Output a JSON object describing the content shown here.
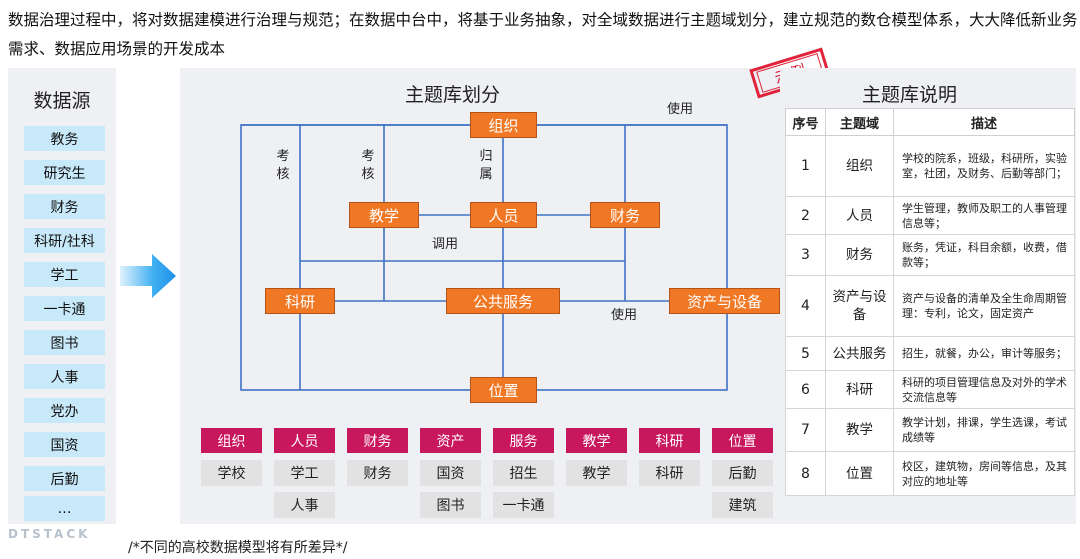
{
  "intro": "数据治理过程中，将对数据建模进行治理与规范；在数据中台中，将基于业务抽象，对全域数据进行主题域划分，建立规范的数仓模型体系，大大降低新业务需求、数据应用场景的开发成本",
  "sources": {
    "title": "数据源",
    "items": [
      "教务",
      "研究生",
      "财务",
      "科研/社科",
      "学工",
      "一卡通",
      "图书",
      "人事",
      "党办",
      "国资",
      "后勤",
      "…"
    ]
  },
  "diagram": {
    "title": "主题库划分",
    "nodes": {
      "org": "组织",
      "teach": "教学",
      "person": "人员",
      "finance": "财务",
      "research": "科研",
      "public": "公共服务",
      "asset": "资产与设备",
      "location": "位置"
    },
    "labels": {
      "use_top": "使用",
      "use_right": "使用",
      "call": "调用",
      "assess1": "考核",
      "assess2": "考核",
      "belong": "归属"
    },
    "categories": [
      {
        "name": "组织",
        "sources": [
          "学校"
        ]
      },
      {
        "name": "人员",
        "sources": [
          "学工",
          "人事"
        ]
      },
      {
        "name": "财务",
        "sources": [
          "财务"
        ]
      },
      {
        "name": "资产",
        "sources": [
          "国资",
          "图书"
        ]
      },
      {
        "name": "服务",
        "sources": [
          "招生",
          "一卡通"
        ]
      },
      {
        "name": "教学",
        "sources": [
          "教学"
        ]
      },
      {
        "name": "科研",
        "sources": [
          "科研"
        ]
      },
      {
        "name": "位置",
        "sources": [
          "后勤",
          "建筑"
        ]
      }
    ]
  },
  "stamp": "示例",
  "description": {
    "title": "主题库说明",
    "headers": [
      "序号",
      "主题域",
      "描述"
    ],
    "rows": [
      {
        "no": "1",
        "domain": "组织",
        "desc": "学校的院系，班级，科研所，实验室，社团，及财务、后勤等部门；"
      },
      {
        "no": "2",
        "domain": "人员",
        "desc": "学生管理，教师及职工的人事管理信息等；"
      },
      {
        "no": "3",
        "domain": "财务",
        "desc": "账务，凭证，科目余额，收费，借款等；"
      },
      {
        "no": "4",
        "domain": "资产与设备",
        "desc": "资产与设备的清单及全生命周期管理：专利，论文，固定资产"
      },
      {
        "no": "5",
        "domain": "公共服务",
        "desc": "招生，就餐，办公，审计等服务；"
      },
      {
        "no": "6",
        "domain": "科研",
        "desc": "科研的项目管理信息及对外的学术交流信息等"
      },
      {
        "no": "7",
        "domain": "教学",
        "desc": "教学计划，排课，学生选课，考试成绩等"
      },
      {
        "no": "8",
        "domain": "位置",
        "desc": "校区，建筑物，房间等信息，及其对应的地址等"
      }
    ]
  },
  "logo": "DTSTACK",
  "footnote": "/*不同的高校数据模型将有所差异*/",
  "colors": {
    "node": "#f07825",
    "category": "#c8175d",
    "source_chip": "#c8e9f9",
    "line": "#3f72c4",
    "stamp": "#e0233a"
  }
}
